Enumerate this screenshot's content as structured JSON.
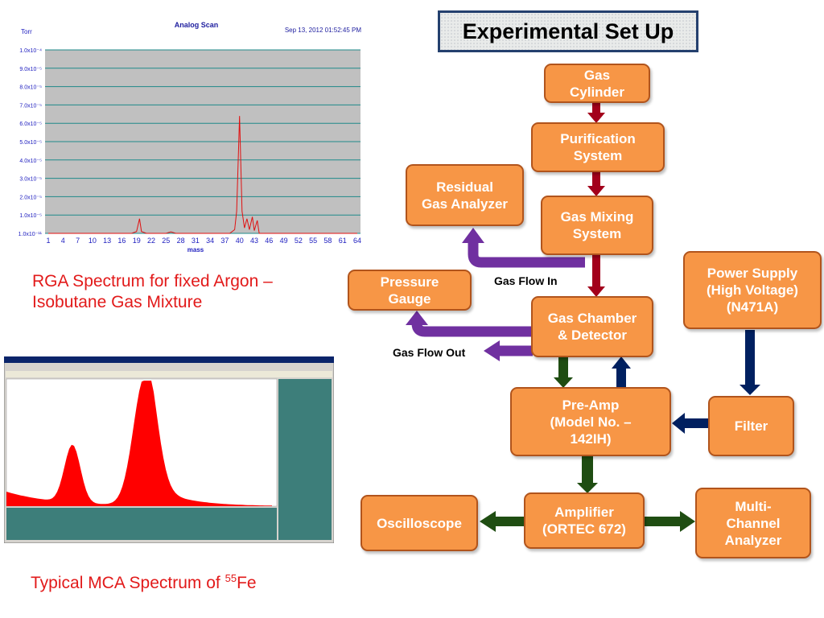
{
  "title": "Experimental Set Up",
  "nodes": {
    "gas_cylinder": "Gas\nCylinder",
    "purification": "Purification\nSystem",
    "rga": "Residual\nGas Analyzer",
    "gas_mixing": "Gas Mixing\nSystem",
    "pressure_gauge": "Pressure\nGauge",
    "gas_chamber": "Gas Chamber\n& Detector",
    "power_supply": "Power Supply\n(High Voltage)\n(N471A)",
    "preamp": "Pre-Amp\n(Model No. –\n142IH)",
    "filter": "Filter",
    "oscilloscope": "Oscilloscope",
    "amplifier": "Amplifier\n(ORTEC 672)",
    "mca": "Multi-\nChannel\nAnalyzer"
  },
  "labels": {
    "gas_flow_in": "Gas Flow In",
    "gas_flow_out": "Gas Flow Out"
  },
  "captions": {
    "rga": "RGA Spectrum for fixed Argon –\nIsobutane Gas Mixture",
    "mca_prefix": "Typical MCA Spectrum of ",
    "mca_sup": "55",
    "mca_suffix": "Fe"
  },
  "rga_chart": {
    "title": "Analog Scan",
    "unit": "Torr",
    "timestamp": "Sep 13, 2012  01:52:45 PM",
    "xlabel": "mass",
    "y_ticks": [
      "1.0x10⁻¹¹",
      "1.0x10⁻⁵",
      "2.0x10⁻⁵",
      "3.0x10⁻⁵",
      "4.0x10⁻⁵",
      "5.0x10⁻⁵",
      "6.0x10⁻⁵",
      "7.0x10⁻⁵",
      "8.0x10⁻⁵",
      "9.0x10⁻⁵",
      "1.0x10⁻⁴"
    ],
    "x_ticks": [
      "1",
      "4",
      "7",
      "10",
      "13",
      "16",
      "19",
      "22",
      "25",
      "28",
      "31",
      "34",
      "37",
      "40",
      "43",
      "46",
      "49",
      "52",
      "55",
      "58",
      "61",
      "64"
    ]
  },
  "chart_data": {
    "type": "line",
    "title": "Analog Scan",
    "xlabel": "mass",
    "ylabel": "Torr",
    "xlim": [
      1,
      64
    ],
    "ylim": [
      0,
      0.0001
    ],
    "series": [
      {
        "x": [
          1,
          18,
          19,
          19.6,
          20,
          21,
          25,
          26,
          27,
          38,
          39,
          39.4,
          40,
          40.5,
          41,
          41.5,
          42,
          42.6,
          43,
          43.6,
          44,
          64
        ],
        "values": [
          0,
          0,
          1e-06,
          8e-06,
          1e-06,
          0,
          0,
          8e-07,
          0,
          0,
          2e-06,
          1.2e-05,
          6.4e-05,
          1.2e-05,
          3e-06,
          8e-06,
          2e-06,
          9e-06,
          1.5e-06,
          7e-06,
          0,
          0
        ]
      }
    ]
  },
  "colors": {
    "box_fill": "#f79646",
    "box_border": "#b1541c",
    "red_arrow": "#a3001b",
    "purple_arrow": "#7030a0",
    "navy_arrow": "#002060",
    "green_arrow": "#1f4d12",
    "caption": "#e21a1a"
  }
}
